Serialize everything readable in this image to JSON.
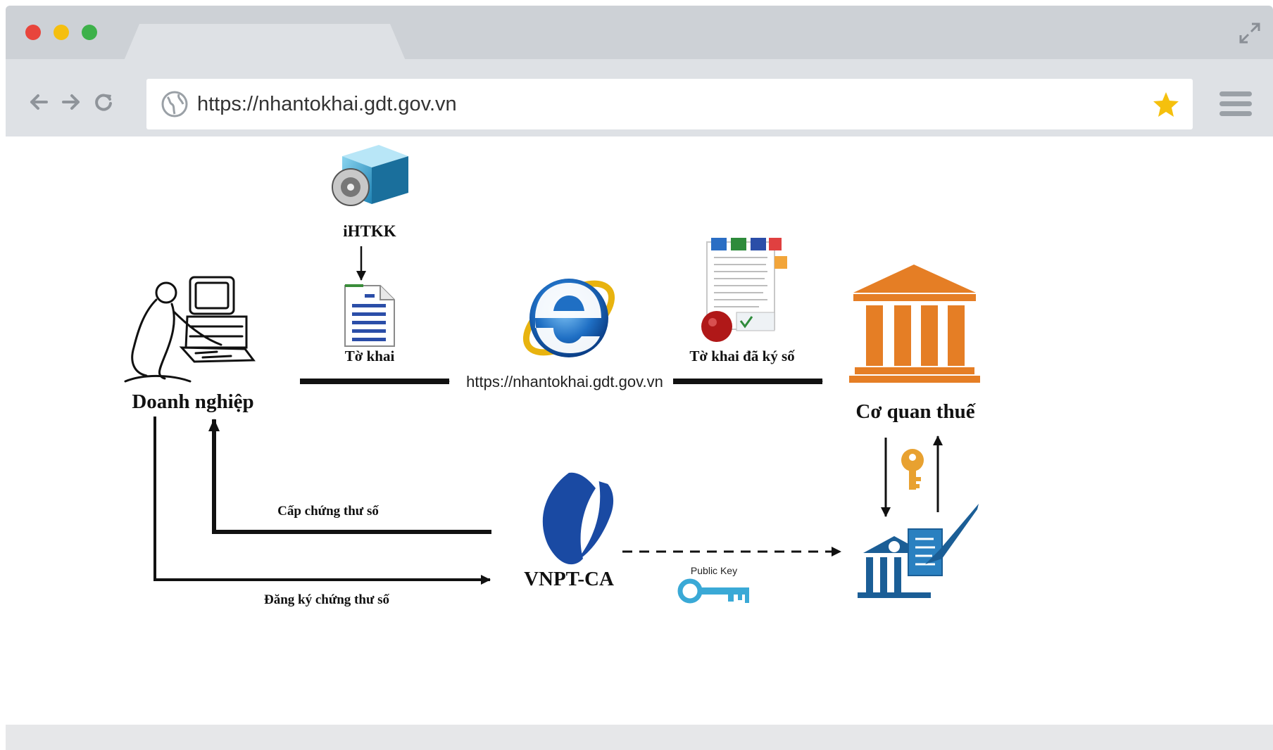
{
  "browser": {
    "url": "https://nhantokhai.gdt.gov.vn",
    "icons": [
      "close-dot",
      "minimize-dot",
      "maximize-dot",
      "expand-icon",
      "back-arrow-icon",
      "forward-arrow-icon",
      "reload-icon",
      "globe-icon",
      "star-icon",
      "hamburger-menu-icon"
    ]
  },
  "diagram": {
    "ihtkk_label": "iHTKK",
    "tokhai_label": "Tờ khai",
    "doanhnghiep_label": "Doanh nghiệp",
    "url_label": "https://nhantokhai.gdt.gov.vn",
    "tokhai_signed_label": "Tờ khai đã ký số",
    "coquanthue_label": "Cơ quan thuế",
    "cap_chung_thu_label": "Cấp chứng thư số",
    "dang_ky_label": "Đăng ký chứng thư số",
    "vnpt_label": "VNPT-CA",
    "public_key_label": "Public Key",
    "colors": {
      "tax_office_orange": "#e57e25",
      "vnpt_blue": "#1a4aa3",
      "ie_blue": "#1f6fc4",
      "key_blue": "#3aa9d6",
      "gov_blue": "#1b5e96"
    }
  }
}
